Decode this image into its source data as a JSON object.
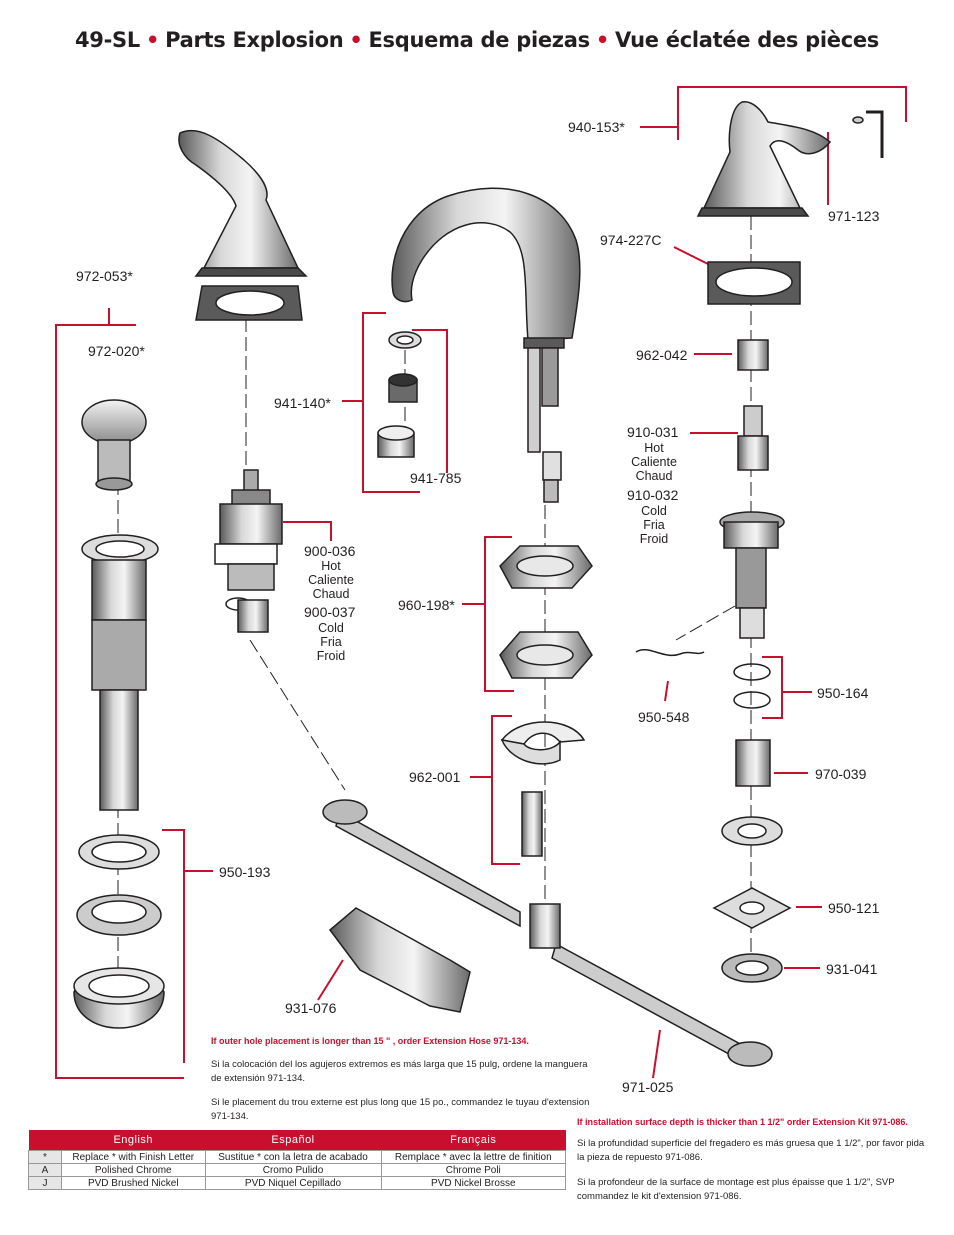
{
  "title": {
    "model": "49-SL",
    "en": "Parts Explosion",
    "es": "Esquema de piezas",
    "fr": "Vue éclatée des pièces"
  },
  "parts": {
    "p940_153": "940-153*",
    "p971_123": "971-123",
    "p974_227C": "974-227C",
    "p962_042": "962-042",
    "p910_031": "910-031",
    "p910_032": "910-032",
    "p972_053": "972-053*",
    "p972_020": "972-020*",
    "p941_140": "941-140*",
    "p941_785": "941-785",
    "p900_036": "900-036",
    "p900_037": "900-037",
    "p960_198": "960-198*",
    "p950_548": "950-548",
    "p950_164": "950-164",
    "p970_039": "970-039",
    "p962_001": "962-001",
    "p950_193": "950-193",
    "p950_121": "950-121",
    "p931_041": "931-041",
    "p931_076": "931-076",
    "p971_025": "971-025"
  },
  "temps": {
    "hot": "Hot",
    "caliente": "Caliente",
    "chaud": "Chaud",
    "cold": "Cold",
    "fria": "Fria",
    "froid": "Froid"
  },
  "notes": {
    "hose_en": "If outer hole placement is longer than 15 \" , order Extension Hose  971-134.",
    "hose_es": "Si la colocación del los agujeros extremos es más larga que 15 pulg, ordene la manguera de extensión 971-134.",
    "hose_fr": "Si le placement du trou externe est plus long que 15 po., commandez le tuyau d'extension 971-134.",
    "kit_en": "If installation surface depth is thicker than 1 1/2\" order Extension Kit 971-086.",
    "kit_es": "Si la profundidad superficie del fregadero es más gruesa que 1 1/2\", por favor pida la pieza de repuesto 971-086.",
    "kit_fr": "Si la profondeur de la surface de montage est plus épaisse que 1 1/2\", SVP commandez le kit d'extension 971-086."
  },
  "legend": {
    "headers": [
      "English",
      "Español",
      "Français"
    ],
    "rows": [
      {
        "code": "*",
        "en": "Replace * with Finish Letter",
        "es": "Sustitue * con la letra de acabado",
        "fr": "Remplace * avec la lettre de finition"
      },
      {
        "code": "A",
        "en": "Polished Chrome",
        "es": "Cromo Pulido",
        "fr": "Chrome Poli"
      },
      {
        "code": "J",
        "en": "PVD Brushed Nickel",
        "es": "PVD Niquel Cepillado",
        "fr": "PVD Nickel Brosse"
      }
    ]
  },
  "colors": {
    "accent": "#c8102e",
    "ink": "#231f20"
  }
}
